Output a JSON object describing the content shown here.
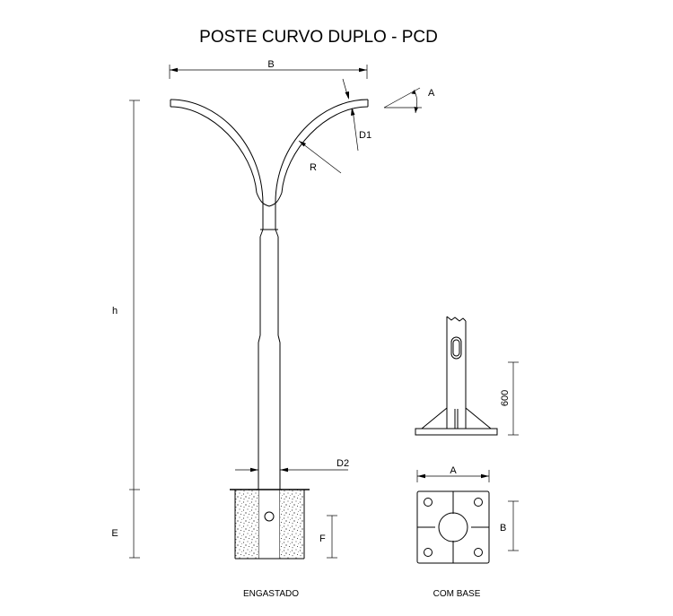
{
  "title": "POSTE CURVO DUPLO - PCD",
  "labels": {
    "B_top": "B",
    "A_angle": "A",
    "D1": "D1",
    "R": "R",
    "h": "h",
    "E": "E",
    "D2": "D2",
    "F": "F",
    "dim_600": "600",
    "A_base": "A",
    "B_base": "B"
  },
  "captions": {
    "engastado": "ENGASTADO",
    "com_base": "COM BASE"
  }
}
